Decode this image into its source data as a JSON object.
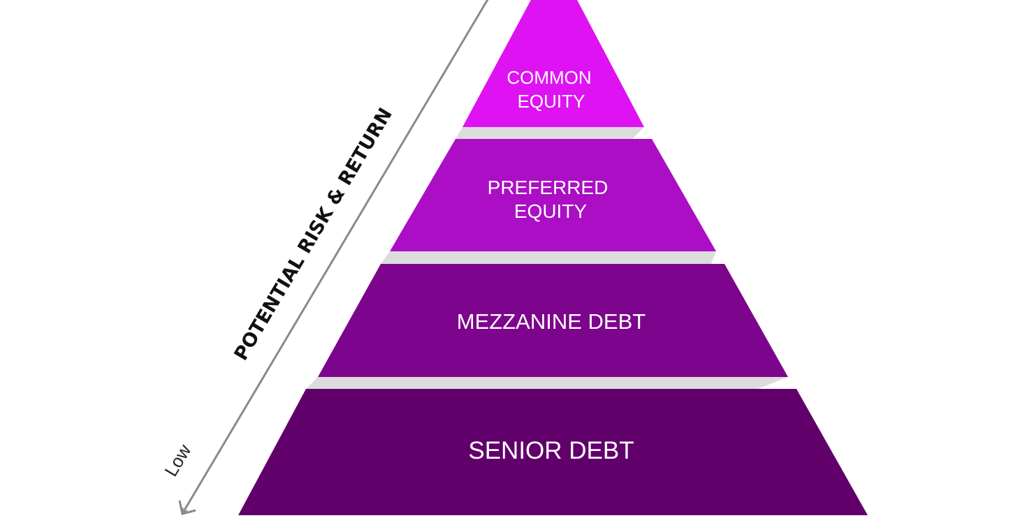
{
  "diagram": {
    "axis": {
      "title": "POTENTIAL RISK & RETURN",
      "low_label": "Low",
      "arrow_color": "#8a8a8a"
    },
    "tiers": [
      {
        "id": "common-equity",
        "lines": [
          "COMMON",
          "EQUITY"
        ],
        "color": "#de12f2"
      },
      {
        "id": "preferred-equity",
        "lines": [
          "PREFERRED",
          "EQUITY"
        ],
        "color": "#ab0ec4"
      },
      {
        "id": "mezzanine-debt",
        "lines": [
          "MEZZANINE DEBT"
        ],
        "color": "#7d048c"
      },
      {
        "id": "senior-debt",
        "lines": [
          "SENIOR DEBT"
        ],
        "color": "#61006a"
      }
    ],
    "separator_color": "#dcdcdc"
  }
}
